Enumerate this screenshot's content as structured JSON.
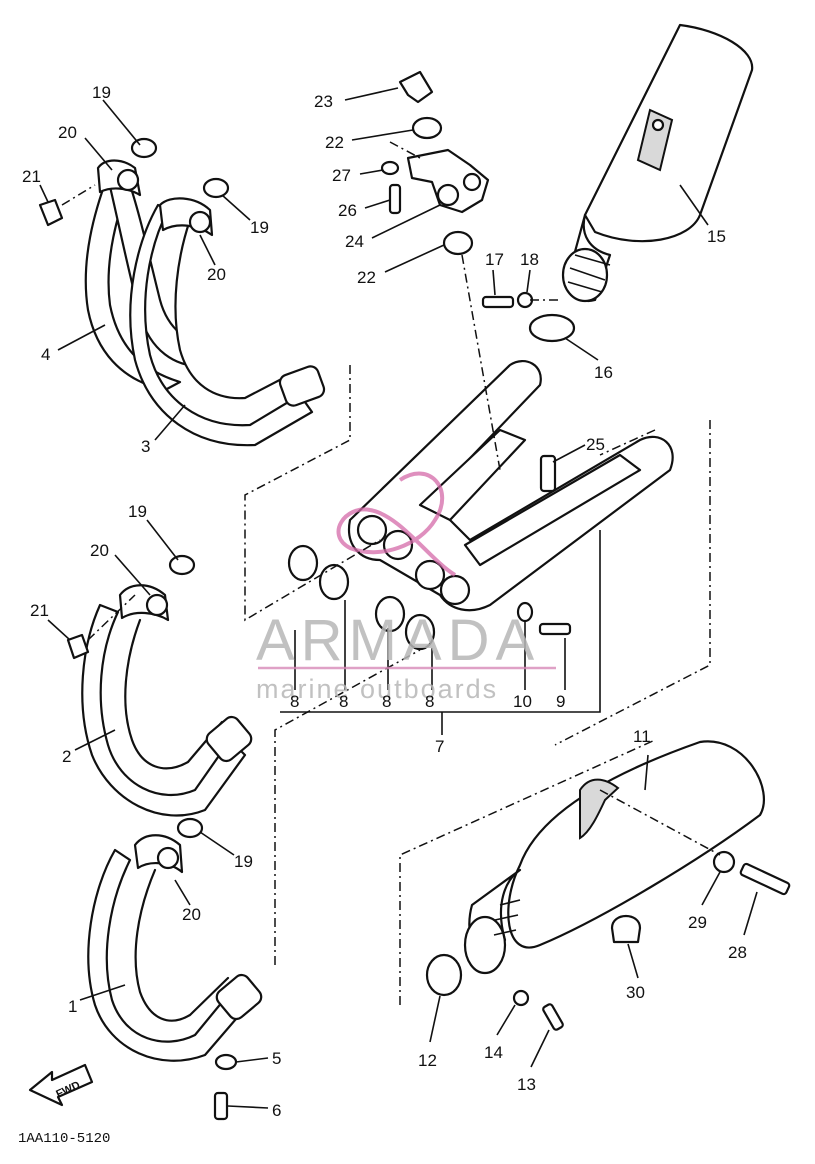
{
  "diagram": {
    "doc_code": "1AA110-5120",
    "fwd_label": "FWD",
    "watermark": {
      "brand": "ARMADA",
      "tagline": "marine outboards"
    },
    "callouts": {
      "c1": "1",
      "c2": "2",
      "c3": "3",
      "c4": "4",
      "c5": "5",
      "c6": "6",
      "c7": "7",
      "c8a": "8",
      "c8b": "8",
      "c8c": "8",
      "c8d": "8",
      "c9": "9",
      "c10": "10",
      "c11": "11",
      "c12": "12",
      "c13": "13",
      "c14": "14",
      "c15": "15",
      "c16": "16",
      "c17": "17",
      "c18": "18",
      "c19a": "19",
      "c19b": "19",
      "c19c": "19",
      "c19d": "19",
      "c20a": "20",
      "c20b": "20",
      "c20c": "20",
      "c20d": "20",
      "c21a": "21",
      "c21b": "21",
      "c22a": "22",
      "c22b": "22",
      "c23": "23",
      "c24": "24",
      "c25": "25",
      "c26": "26",
      "c27": "27",
      "c28": "28",
      "c29": "29",
      "c30": "30"
    }
  }
}
